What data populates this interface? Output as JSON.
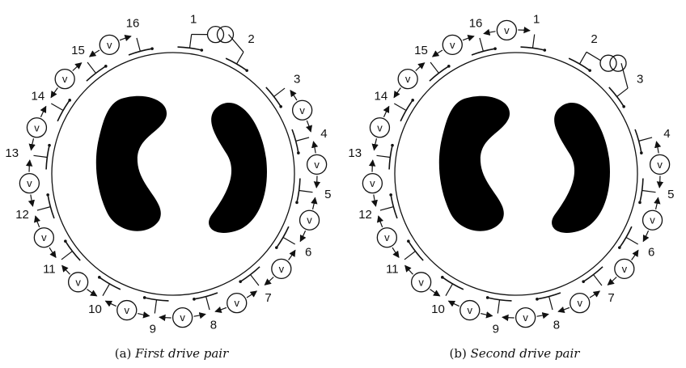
{
  "figures": [
    {
      "id": "a",
      "caption_label": "(a)",
      "caption_title": "First drive pair",
      "electrode_labels": [
        "1",
        "2",
        "3",
        "4",
        "5",
        "6",
        "7",
        "8",
        "9",
        "10",
        "11",
        "12",
        "13",
        "14",
        "15",
        "16"
      ],
      "drive_pair": [
        1,
        2
      ],
      "voltmeter_label": "v",
      "ink_color": "#111111",
      "inclusion_color": "#000000"
    },
    {
      "id": "b",
      "caption_label": "(b)",
      "caption_title": "Second drive pair",
      "electrode_labels": [
        "1",
        "2",
        "3",
        "4",
        "5",
        "6",
        "7",
        "8",
        "9",
        "10",
        "11",
        "12",
        "13",
        "14",
        "15",
        "16"
      ],
      "drive_pair": [
        2,
        3
      ],
      "voltmeter_label": "v",
      "ink_color": "#111111",
      "inclusion_color": "#000000"
    }
  ]
}
